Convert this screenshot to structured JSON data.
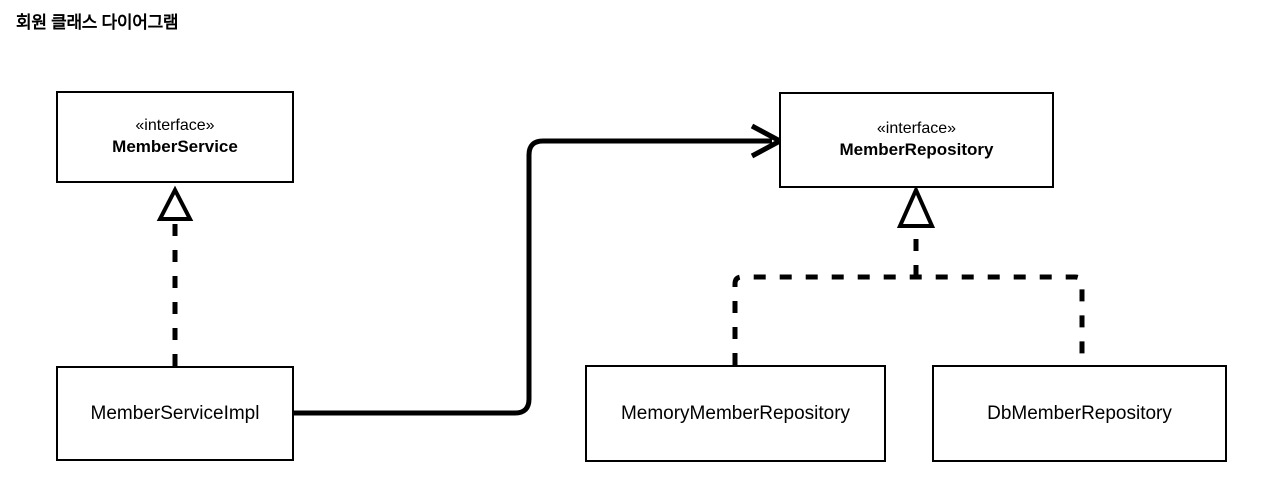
{
  "diagram": {
    "title": "회원 클래스 다이어그램",
    "type": "uml-class-diagram",
    "background_color": "#ffffff",
    "line_color": "#000000",
    "classes": [
      {
        "id": "member-service",
        "stereotype": "«interface»",
        "name": "MemberService",
        "kind": "interface"
      },
      {
        "id": "member-repository",
        "stereotype": "«interface»",
        "name": "MemberRepository",
        "kind": "interface"
      },
      {
        "id": "member-service-impl",
        "stereotype": "",
        "name": "MemberServiceImpl",
        "kind": "class"
      },
      {
        "id": "memory-member-repository",
        "stereotype": "",
        "name": "MemoryMemberRepository",
        "kind": "class"
      },
      {
        "id": "db-member-repository",
        "stereotype": "",
        "name": "DbMemberRepository",
        "kind": "class"
      }
    ],
    "relations": [
      {
        "id": "impl-realizes-service",
        "from": "MemberServiceImpl",
        "to": "MemberService",
        "type": "realization",
        "line": "dashed",
        "head": "hollow-triangle"
      },
      {
        "id": "memory-realizes-repository",
        "from": "MemoryMemberRepository",
        "to": "MemberRepository",
        "type": "realization",
        "line": "dashed",
        "head": "hollow-triangle"
      },
      {
        "id": "db-realizes-repository",
        "from": "DbMemberRepository",
        "to": "MemberRepository",
        "type": "realization",
        "line": "dashed",
        "head": "hollow-triangle"
      },
      {
        "id": "impl-uses-repository",
        "from": "MemberServiceImpl",
        "to": "MemberRepository",
        "type": "association",
        "line": "solid",
        "head": "open-arrow"
      }
    ]
  }
}
